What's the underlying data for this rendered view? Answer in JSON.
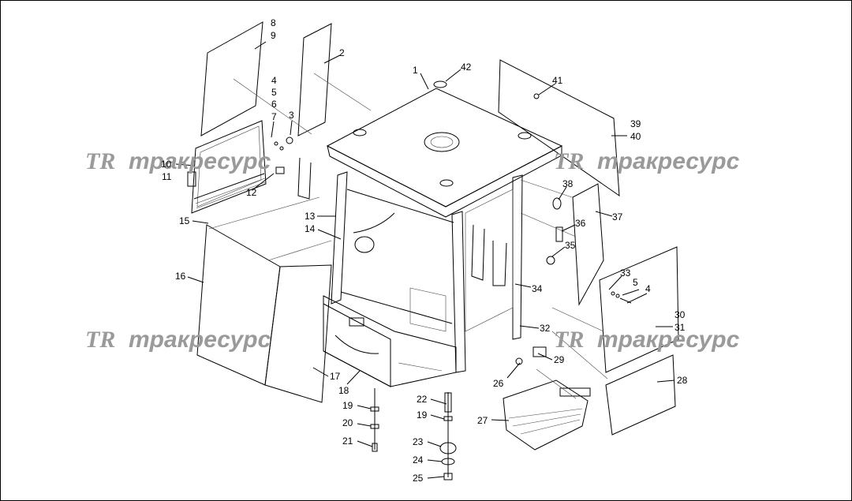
{
  "watermark": {
    "logo": "TR",
    "text": "тракресурс"
  },
  "callouts": [
    {
      "id": "c1",
      "text": "1"
    },
    {
      "id": "c2",
      "text": "2"
    },
    {
      "id": "c3",
      "text": "3"
    },
    {
      "id": "c4a",
      "text": "4"
    },
    {
      "id": "c5a",
      "text": "5"
    },
    {
      "id": "c6",
      "text": "6"
    },
    {
      "id": "c7",
      "text": "7"
    },
    {
      "id": "c8",
      "text": "8"
    },
    {
      "id": "c9",
      "text": "9"
    },
    {
      "id": "c10",
      "text": "10"
    },
    {
      "id": "c11",
      "text": "11"
    },
    {
      "id": "c12",
      "text": "12"
    },
    {
      "id": "c13",
      "text": "13"
    },
    {
      "id": "c14",
      "text": "14"
    },
    {
      "id": "c15",
      "text": "15"
    },
    {
      "id": "c16",
      "text": "16"
    },
    {
      "id": "c17",
      "text": "17"
    },
    {
      "id": "c18",
      "text": "18"
    },
    {
      "id": "c19a",
      "text": "19"
    },
    {
      "id": "c19b",
      "text": "19"
    },
    {
      "id": "c20",
      "text": "20"
    },
    {
      "id": "c21",
      "text": "21"
    },
    {
      "id": "c22",
      "text": "22"
    },
    {
      "id": "c23",
      "text": "23"
    },
    {
      "id": "c24",
      "text": "24"
    },
    {
      "id": "c25",
      "text": "25"
    },
    {
      "id": "c26",
      "text": "26"
    },
    {
      "id": "c27",
      "text": "27"
    },
    {
      "id": "c28",
      "text": "28"
    },
    {
      "id": "c29",
      "text": "29"
    },
    {
      "id": "c30",
      "text": "30"
    },
    {
      "id": "c31",
      "text": "31"
    },
    {
      "id": "c32",
      "text": "32"
    },
    {
      "id": "c33",
      "text": "33"
    },
    {
      "id": "c5b",
      "text": "5"
    },
    {
      "id": "c4b",
      "text": "4"
    },
    {
      "id": "c34",
      "text": "34"
    },
    {
      "id": "c35",
      "text": "35"
    },
    {
      "id": "c36",
      "text": "36"
    },
    {
      "id": "c37",
      "text": "37"
    },
    {
      "id": "c38",
      "text": "38"
    },
    {
      "id": "c39",
      "text": "39"
    },
    {
      "id": "c40",
      "text": "40"
    },
    {
      "id": "c41",
      "text": "41"
    },
    {
      "id": "c42",
      "text": "42"
    }
  ]
}
